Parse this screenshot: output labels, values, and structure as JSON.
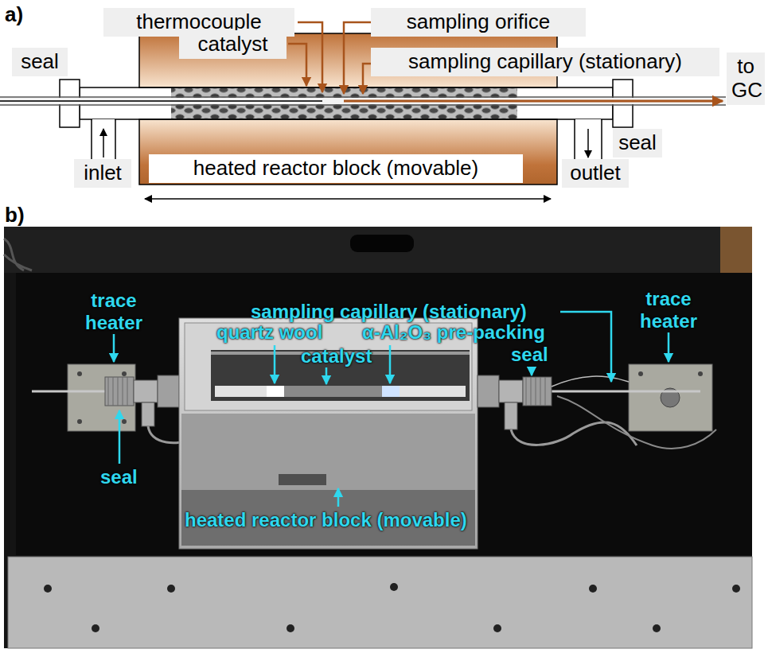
{
  "diagram": {
    "labels": [
      "a)",
      "thermocouple",
      "sampling orifice",
      "seal",
      "catalyst",
      "sampling capillary (stationary)",
      "to GC",
      "seal",
      "inlet",
      "heated reactor block (movable)",
      "outlet",
      "b)",
      "trace heater",
      "sampling capillary (stationary)",
      "trace heater",
      "quartz wool",
      "α-Al₂O₃ pre-packing",
      "seal",
      "catalyst",
      "seal",
      "heated reactor block (movable)"
    ]
  }
}
